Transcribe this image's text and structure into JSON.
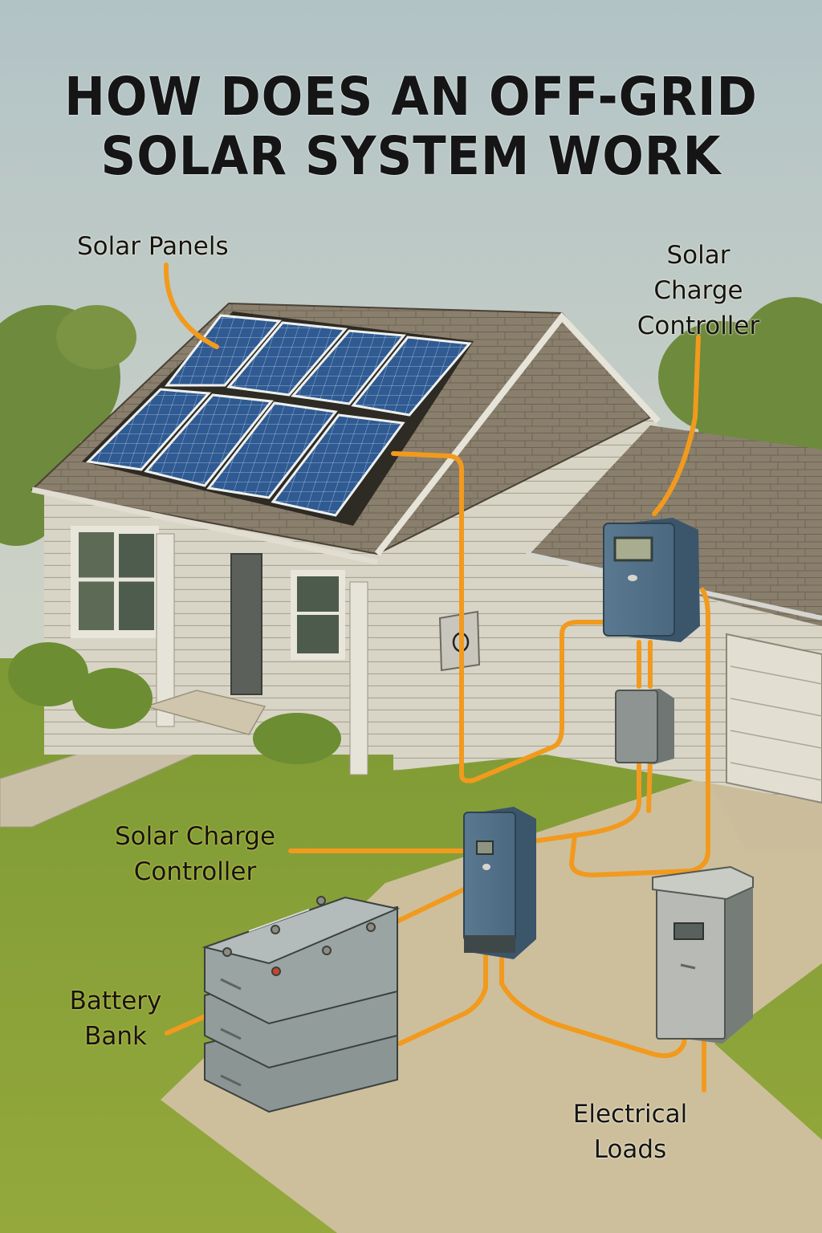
{
  "title": {
    "line1": "HOW DOES AN OFF-GRID",
    "line2": "SOLAR SYSTEM WORK"
  },
  "labels": {
    "solar_panels": "Solar Panels",
    "charge_controller_top": {
      "line1": "Solar",
      "line2": "Charge",
      "line3": "Controller"
    },
    "charge_controller_middle": {
      "line1": "Solar Charge",
      "line2": "Controller"
    },
    "battery_bank": {
      "line1": "Battery",
      "line2": "Bank"
    },
    "electrical_loads": {
      "line1": "Electrical",
      "line2": "Loads"
    }
  },
  "components": [
    {
      "id": "solar-panels",
      "name": "Solar Panels",
      "count": 8,
      "layout": "2 rows x 4"
    },
    {
      "id": "wall-junction-box",
      "name": "Junction box"
    },
    {
      "id": "charge-controller-wall",
      "name": "Solar Charge Controller (wall mounted)"
    },
    {
      "id": "disconnect-box",
      "name": "Disconnect box"
    },
    {
      "id": "charge-controller-ground",
      "name": "Solar Charge Controller (ground unit)"
    },
    {
      "id": "battery-bank",
      "name": "Battery Bank",
      "units": 3
    },
    {
      "id": "electrical-loads-panel",
      "name": "Electrical Loads"
    }
  ],
  "colors": {
    "wire": "#f19a1e",
    "sky_top": "#b4c4c6",
    "sky_bottom": "#d9d9c4",
    "grass": "#8aa63a",
    "concrete": "#cdbf9c",
    "roof": "#8d8270",
    "siding": "#d9d6c8",
    "panel_blue": "#2f5b93",
    "controller_blue": "#4f6f88",
    "battery_gray": "#939d9b",
    "loads_gray": "#b7b9b4"
  }
}
